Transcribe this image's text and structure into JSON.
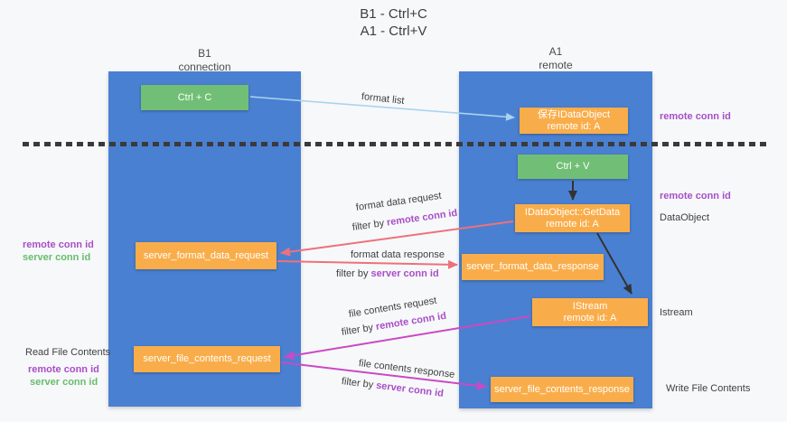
{
  "title": {
    "line1": "B1 - Ctrl+C",
    "line2": "A1 - Ctrl+V"
  },
  "lanes": {
    "left": {
      "name": "B1",
      "role": "connection"
    },
    "right": {
      "name": "A1",
      "role": "remote"
    }
  },
  "boxes": {
    "ctrl_c": {
      "label": "Ctrl + C"
    },
    "save_dataobject": {
      "line1": "保存IDataObject",
      "line2": "remote id: A"
    },
    "ctrl_v": {
      "label": "Ctrl + V"
    },
    "getdata": {
      "line1": "IDataObject::GetData",
      "line2": "remote id: A"
    },
    "server_format_data_request": {
      "label": "server_format_data_request"
    },
    "server_format_data_response": {
      "label": "server_format_data_response"
    },
    "istream": {
      "line1": "IStream",
      "line2": "remote id: A"
    },
    "server_file_contents_request": {
      "label": "server_file_contents_request"
    },
    "server_file_contents_response": {
      "label": "server_file_contents_response"
    }
  },
  "arrows": {
    "format_list": {
      "label": "format list"
    },
    "format_data_request": {
      "label": "format data request",
      "filter_prefix": "filter by",
      "filter_key": "remote conn id"
    },
    "format_data_response": {
      "label": "format data response",
      "filter_prefix": "filter by",
      "filter_key": "server conn id"
    },
    "file_contents_request": {
      "label": "file contents request",
      "filter_prefix": "filter by",
      "filter_key": "remote conn id"
    },
    "file_contents_response": {
      "label": "file contents response",
      "filter_prefix": "filter by",
      "filter_key": "server conn id"
    }
  },
  "side_labels": {
    "right_top_remote_conn_id": "remote conn id",
    "right_mid_remote_conn_id": "remote conn id",
    "dataobject": "DataObject",
    "istream": "Istream",
    "write_file_contents": "Write File Contents",
    "left_remote_conn_id_top": "remote conn id",
    "left_server_conn_id_top": "server conn id",
    "read_file_contents": "Read File Contents",
    "left_remote_conn_id_bottom": "remote conn id",
    "left_server_conn_id_bottom": "server conn id"
  },
  "colors": {
    "lane_blue": "#4a80d2",
    "box_orange": "#f9ad4a",
    "box_green": "#71bf76",
    "conn_id_purple": "#a84fc6",
    "conn_id_green": "#67bd6c",
    "arrow_salmon": "#ee717a",
    "arrow_magenta": "#cb49c4",
    "arrow_lightblue": "#a9d3ef",
    "arrow_black": "#333333"
  }
}
